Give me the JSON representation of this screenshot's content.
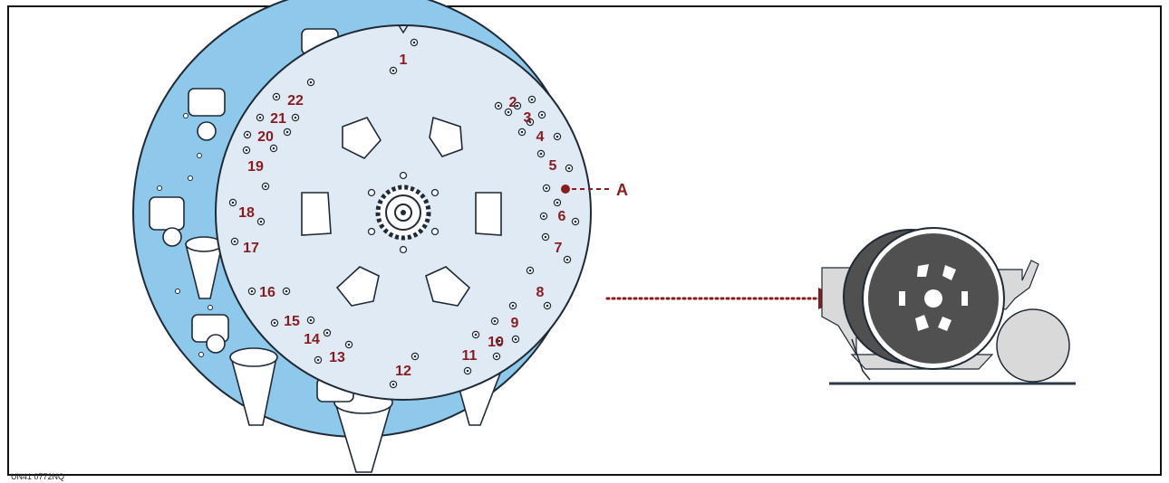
{
  "figure": {
    "reference_code": "UN41 0772NQ",
    "callout_label": "A",
    "hole_numbers": [
      "1",
      "2",
      "3",
      "4",
      "5",
      "6",
      "7",
      "8",
      "9",
      "10",
      "11",
      "12",
      "13",
      "14",
      "15",
      "16",
      "17",
      "18",
      "19",
      "20",
      "21",
      "22"
    ]
  },
  "colors": {
    "front_plate": "#dfeaf5",
    "rear_plate": "#8ec8ea",
    "accent_red": "#8a1b1e",
    "outline": "#1f2a36",
    "machine_dark": "#505050",
    "machine_light": "#d9d9d9",
    "ground_line": "#2b3a4a"
  },
  "icons": {
    "seed_hole_marker": "concentric-circle",
    "drive_gear": "toothed-hub"
  }
}
